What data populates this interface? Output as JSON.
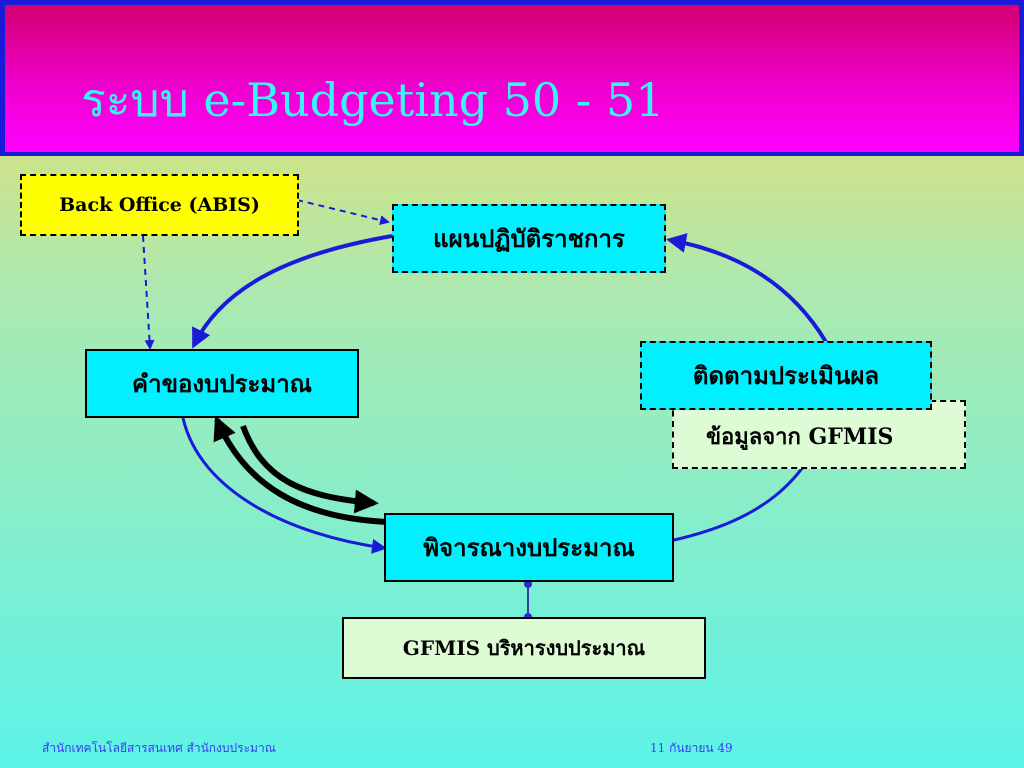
{
  "title": "ระบบ e-Budgeting 50 - 51",
  "nodes": {
    "back_office": "Back Office (ABIS)",
    "plan": "แผนปฏิบัติราชการ",
    "request": "คำของบประมาณ",
    "monitor": "ติดตามประเมินผล",
    "gfmis_data": "ข้อมูลจาก GFMIS",
    "consider": "พิจารณางบประมาณ",
    "gfmis_admin": "GFMIS บริหารงบประมาณ"
  },
  "footer": {
    "left": "สำนักเทคโนโลยีสารสนเทศ  สำนักงบประมาณ",
    "right": "11 กันยายน  49"
  },
  "colors": {
    "title_text": "#37f3f3",
    "title_bar": "#ef00cc",
    "cycle_arrow": "#1a1ad9",
    "node_cyan": "#00f0ff",
    "node_yellow": "#ffff00",
    "node_light": "#ddfcd5"
  }
}
